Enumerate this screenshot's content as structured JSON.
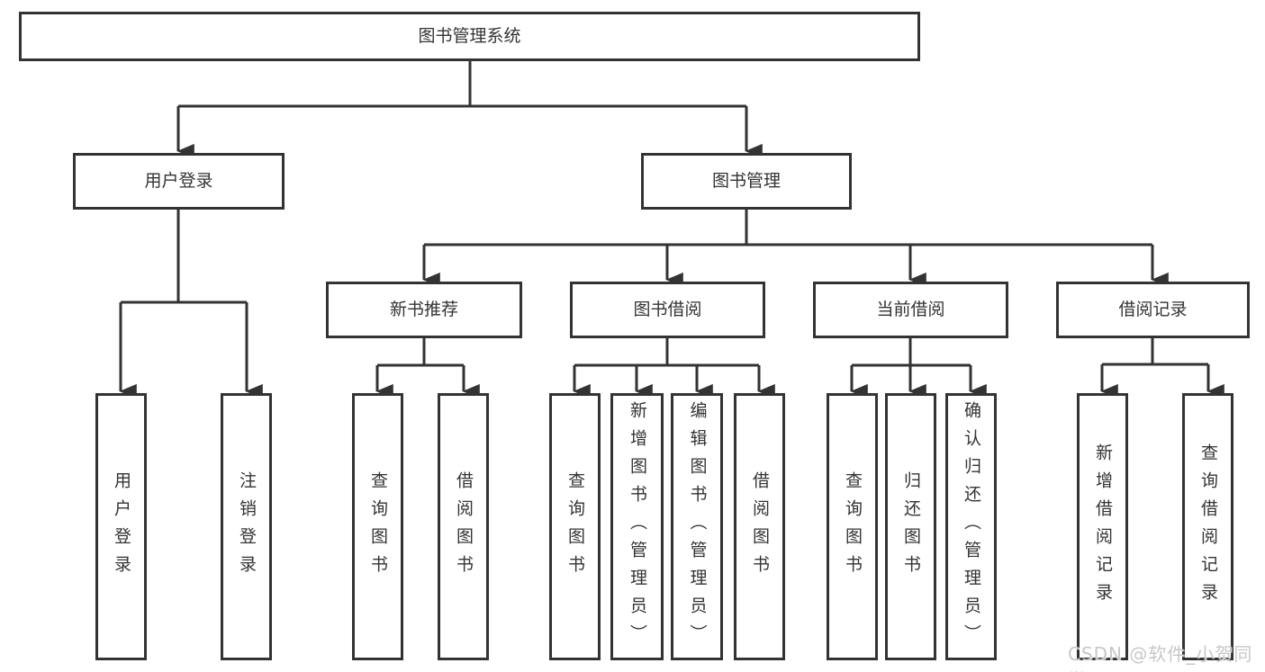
{
  "diagram": {
    "type": "hierarchy-tree",
    "tree": {
      "root": "图书管理系统",
      "branches": [
        {
          "label": "用户登录",
          "children": [
            "用户登录",
            "注销登录"
          ]
        },
        {
          "label": "图书管理",
          "groups": [
            {
              "label": "新书推荐",
              "children": [
                "查询图书",
                "借阅图书"
              ]
            },
            {
              "label": "图书借阅",
              "children": [
                "查询图书",
                "新增图书（管理员）",
                "编辑图书（管理员）",
                "借阅图书"
              ]
            },
            {
              "label": "当前借阅",
              "children": [
                "查询图书",
                "归还图书",
                "确认归还（管理员）"
              ]
            },
            {
              "label": "借阅记录",
              "children": [
                "新增借阅记录",
                "查询借阅记录"
              ]
            }
          ]
        }
      ]
    },
    "colors": {
      "line": "#333333",
      "box_border": "#333333",
      "box_fill": "#ffffff",
      "text": "#333333",
      "watermark": "#c8c8c8"
    },
    "watermark": "CSDN @软件_小贺同学"
  }
}
